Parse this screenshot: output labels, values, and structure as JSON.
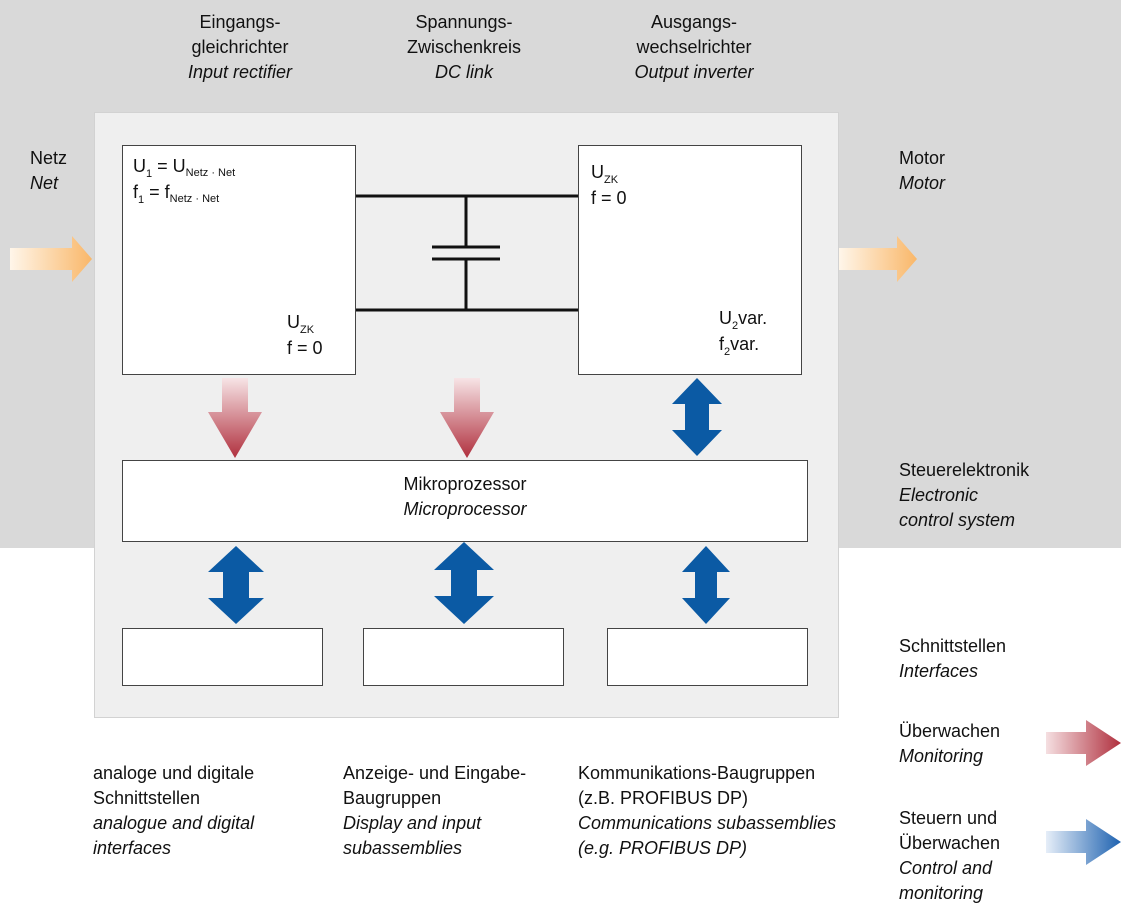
{
  "columns": {
    "rectifier": {
      "de1": "Eingangs-",
      "de2": "gleichrichter",
      "en": "Input rectifier"
    },
    "dclink": {
      "de1": "Spannungs-",
      "de2": "Zwischenkreis",
      "en": "DC link"
    },
    "inverter": {
      "de1": "Ausgangs-",
      "de2": "wechselrichter",
      "en": "Output inverter"
    }
  },
  "net": {
    "de": "Netz",
    "en": "Net"
  },
  "motor": {
    "de": "Motor",
    "en": "Motor"
  },
  "rectifier_box": {
    "u_lhs": "U",
    "u_lhs_sub": "1",
    "eq": " = ",
    "u_rhs": "U",
    "u_rhs_sub": "Netz · Net",
    "f_lhs": "f",
    "f_lhs_sub": "1",
    "f_rhs": "f",
    "f_rhs_sub": "Netz · Net",
    "uzk": "U",
    "uzk_sub": "ZK",
    "f0": "f = 0"
  },
  "inverter_box": {
    "uzk": "U",
    "uzk_sub": "ZK",
    "f0": "f = 0",
    "u2": "U",
    "u2_sub": "2",
    "u2_suffix": "var.",
    "f2": "f",
    "f2_sub": "2",
    "f2_suffix": "var."
  },
  "microprocessor": {
    "de": "Mikroprozessor",
    "en": "Microprocessor"
  },
  "control_label": {
    "de": "Steuerelektronik",
    "en1": "Electronic",
    "en2": "control system"
  },
  "interfaces_label": {
    "de": "Schnittstellen",
    "en": "Interfaces"
  },
  "legend": {
    "monitoring": {
      "de": "Überwachen",
      "en": "Monitoring"
    },
    "control": {
      "de1": "Steuern und",
      "de2": "Überwachen",
      "en1": "Control and",
      "en2": "monitoring"
    }
  },
  "bottom": {
    "analog": {
      "de1": "analoge und digitale",
      "de2": "Schnittstellen",
      "en1": "analogue and digital",
      "en2": "interfaces"
    },
    "display": {
      "de1": "Anzeige- und Eingabe-",
      "de2": "Baugruppen",
      "en1": "Display and input",
      "en2": "subassemblies"
    },
    "comm": {
      "de1": "Kommunikations-Baugruppen",
      "de2": "(z.B. PROFIBUS DP)",
      "en1": "Communications subassemblies",
      "en2": "(e.g. PROFIBUS DP)"
    }
  },
  "colors": {
    "background_gray": "#d9d9d9",
    "panel": "#efefef",
    "orange_arrow": "#f9b769",
    "red_arrow": "#b0303e",
    "blue_arrow": "#0b5aa4"
  }
}
